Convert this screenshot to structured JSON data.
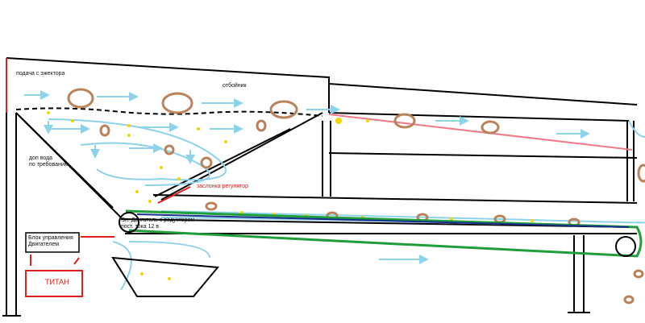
{
  "labels": {
    "ejector_feed": "подача с эжектора",
    "deflector": "отбойник",
    "extra_water": "доп вода\nпо требованию",
    "damper": "заслонка регулятор",
    "motor": "Эл. Двигатель с редуктором\nпост. тока 12 в",
    "control_unit": "Блок управления\nДвигателем",
    "titan": "ТИТАН"
  },
  "colors": {
    "frame": "#000000",
    "water": "#8fd3ea",
    "stone": "#b9825a",
    "gold": "#f2d600",
    "belt": "#1f9e3a",
    "belt_inner": "#1a2f8c",
    "red": "#e0201c",
    "deflector_pink": "#f07a8a"
  }
}
